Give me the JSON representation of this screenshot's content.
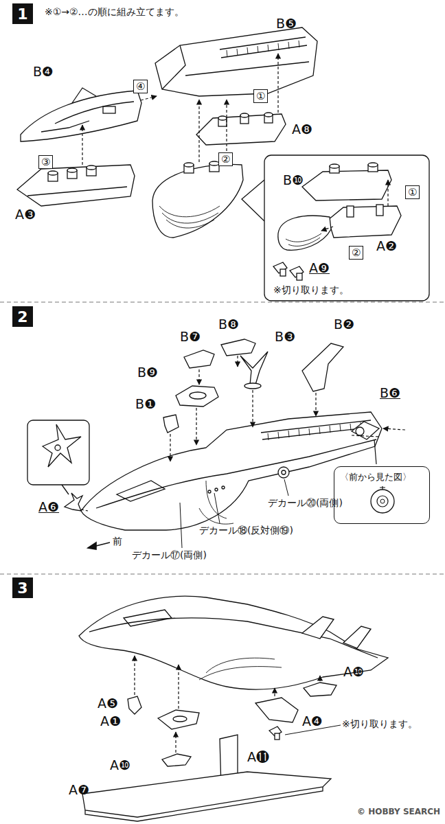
{
  "diagram": {
    "nodes": [
      {
        "text": [
          "1"
        ]
      },
      {
        "text": [
          "2"
        ]
      },
      {
        "text": [
          "3"
        ]
      },
      {
        "text": [
          "〈前から見た図〉"
        ]
      }
    ],
    "labels": [
      "※①→②…の順に組み立てます。",
      "B❺",
      "B❹",
      "④",
      "①",
      "A❽",
      "③",
      "②",
      "B❿",
      "A❸",
      "①",
      "A❷",
      "②",
      "A❾",
      "※切り取ります。",
      "B❽",
      "B❷",
      "B❼",
      "B❸",
      "B❾",
      "B❶",
      "B❻",
      "A❻",
      "デカール⑳(両側)",
      "デカール⑱(反対側⑲)",
      "前",
      "デカール⑰(両側)",
      "A❺",
      "A❿",
      "A❶",
      "A❹",
      "※切り取ります。",
      "A⓫",
      "A❿",
      "A❼",
      "© HOBBY SEARCH"
    ]
  }
}
